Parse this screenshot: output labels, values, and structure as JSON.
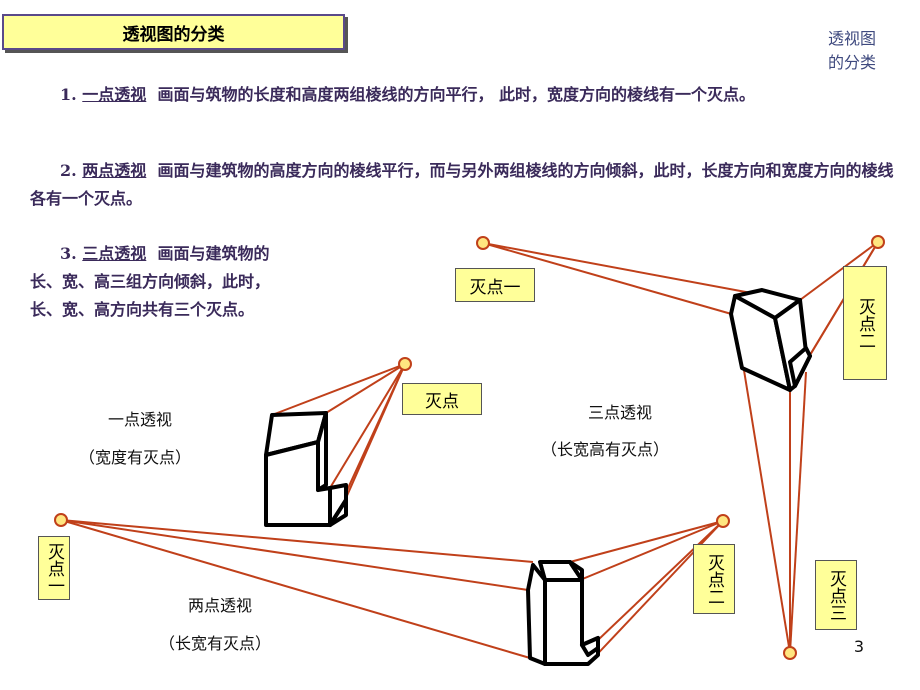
{
  "title": "透视图的分类",
  "corner_title_line1": "透视图",
  "corner_title_line2": "的分类",
  "items": [
    {
      "num": "1.",
      "term": "一点透视",
      "text": "画面与筑物的长度和高度两组棱线的方向平行， 此时，宽度方向的棱线有一个灭点。"
    },
    {
      "num": "2.",
      "term": "两点透视",
      "text": "画面与建筑物的高度方向的棱线平行，而与另外两组棱线的方向倾斜，此时，长度方向和宽度方向的棱线各有一个灭点。"
    },
    {
      "num": "3.",
      "term": "三点透视",
      "text_line1": "画面与建筑物的",
      "text_line2": "长、宽、高三组方向倾斜，此时，",
      "text_line3": "长、宽、高方向共有三个灭点。"
    }
  ],
  "one_point": {
    "name": "一点透视",
    "note": "（宽度有灭点）",
    "vp_label": "灭点"
  },
  "two_point": {
    "name": "两点透视",
    "note": "（长宽有灭点）",
    "vp1_label": "灭点一",
    "vp2_label": "灭点二"
  },
  "three_point": {
    "name": "三点透视",
    "note": "（长宽高有灭点）",
    "vp1_label": "灭点一",
    "vp2_label": "灭点二",
    "vp3_label": "灭点三"
  },
  "page_number": "3",
  "colors": {
    "line": "#c0401a",
    "dot_fill": "#ffe680",
    "box_fill": "#ffff99",
    "text": "#3a2a5a"
  }
}
